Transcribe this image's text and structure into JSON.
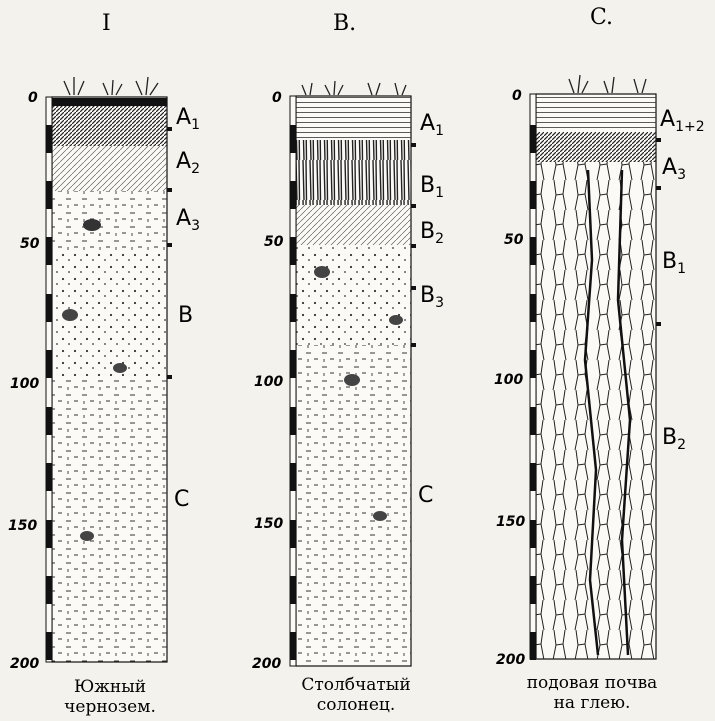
{
  "profiles": [
    {
      "id": "A",
      "letter": "I",
      "caption_lines": [
        "Южный",
        "чернозем."
      ],
      "horizons": [
        {
          "main": "A",
          "sub": "1"
        },
        {
          "main": "A",
          "sub": "2"
        },
        {
          "main": "A",
          "sub": "3"
        },
        {
          "main": "B",
          "sub": ""
        },
        {
          "main": "C",
          "sub": ""
        }
      ]
    },
    {
      "id": "B",
      "letter": "B.",
      "caption_lines": [
        "Столбчатый",
        "солонец."
      ],
      "horizons": [
        {
          "main": "A",
          "sub": "1"
        },
        {
          "main": "B",
          "sub": "1"
        },
        {
          "main": "B",
          "sub": "2"
        },
        {
          "main": "B",
          "sub": "3"
        },
        {
          "main": "C",
          "sub": ""
        }
      ]
    },
    {
      "id": "C",
      "letter": "C.",
      "caption_lines": [
        "подовая почва",
        "на глею."
      ],
      "horizons": [
        {
          "main": "A",
          "sub": "1+2"
        },
        {
          "main": "A",
          "sub": "3"
        },
        {
          "main": "B",
          "sub": "1"
        },
        {
          "main": "B",
          "sub": "2"
        }
      ]
    }
  ],
  "depth_scale": {
    "ticks": [
      "0",
      "50",
      "100",
      "150",
      "200"
    ],
    "unit_min": 0,
    "unit_max": 200
  }
}
